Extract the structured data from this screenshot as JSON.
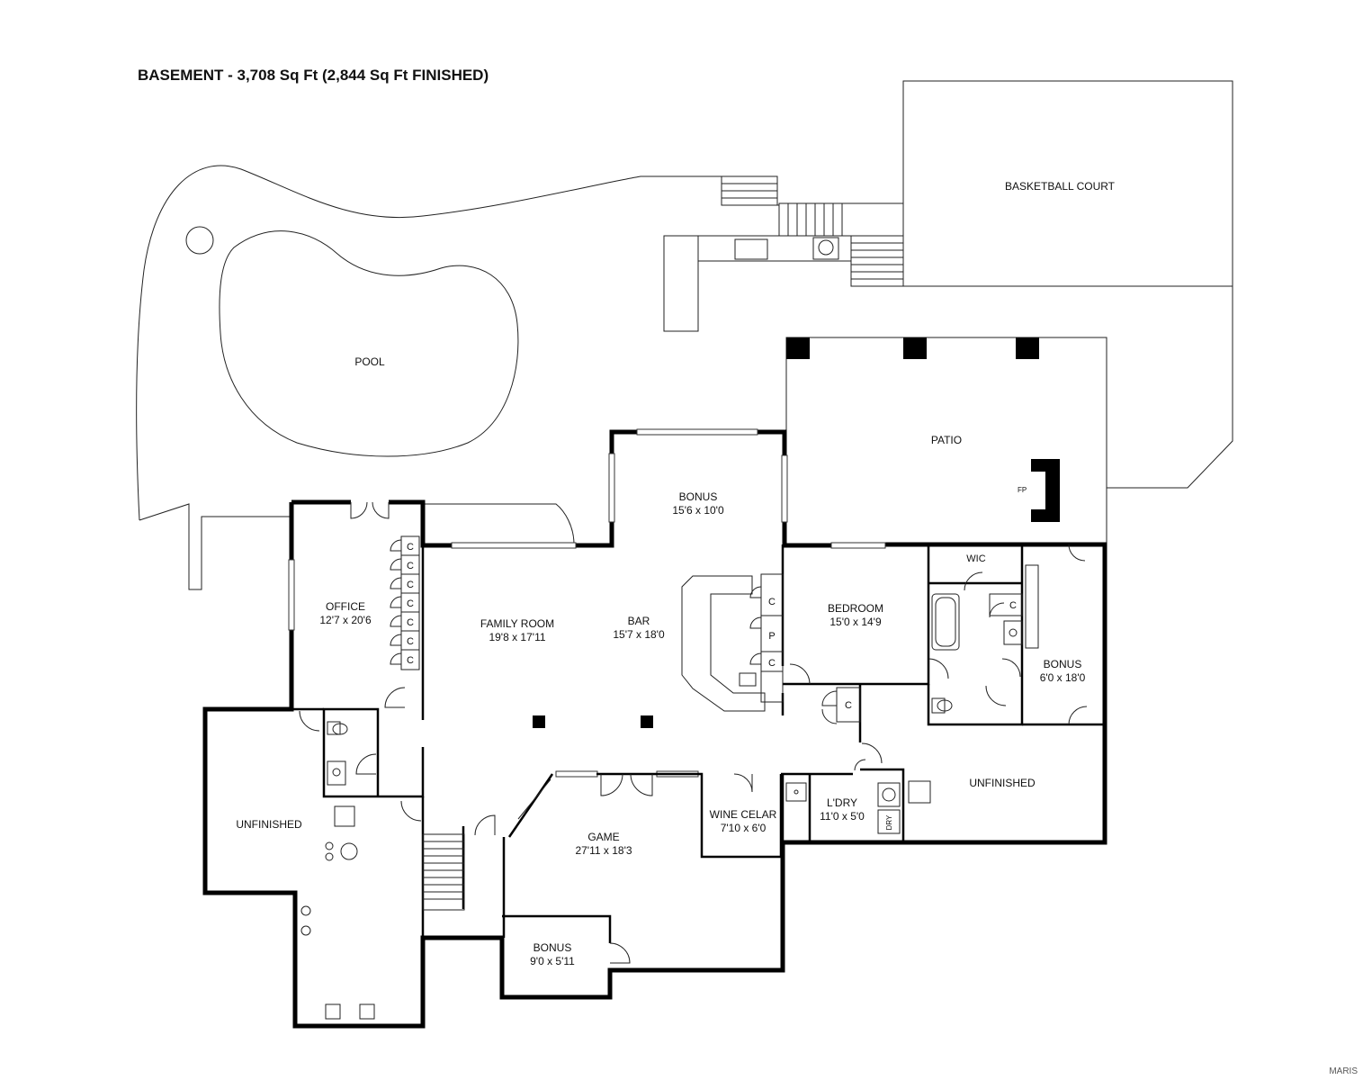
{
  "title": "BASEMENT - 3,708 Sq Ft (2,844 Sq Ft FINISHED)",
  "brand": "MARIS",
  "rooms": {
    "basketball": "BASKETBALL COURT",
    "pool": "POOL",
    "patio": "PATIO",
    "fp": "FP",
    "bonus_top": {
      "name": "BONUS",
      "dims": "15'6 x 10'0"
    },
    "office": {
      "name": "OFFICE",
      "dims": "12'7 x 20'6"
    },
    "family": {
      "name": "FAMILY ROOM",
      "dims": "19'8 x 17'11"
    },
    "bar": {
      "name": "BAR",
      "dims": "15'7 x 18'0"
    },
    "bedroom": {
      "name": "BEDROOM",
      "dims": "15'0 x 14'9"
    },
    "wic": "WIC",
    "bonus_right": {
      "name": "BONUS",
      "dims": "6'0 x 18'0"
    },
    "unfinished_left": "UNFINISHED",
    "unfinished_right": "UNFINISHED",
    "wine": {
      "name": "WINE CELAR",
      "dims": "7'10 x 6'0"
    },
    "laundry": {
      "name": "L'DRY",
      "dims": "11'0 x 5'0"
    },
    "dry": "DRY",
    "game": {
      "name": "GAME",
      "dims": "27'11 x 18'3"
    },
    "bonus_bottom": {
      "name": "BONUS",
      "dims": "9'0 x 5'11"
    }
  },
  "closet": "C",
  "pantry": "P"
}
